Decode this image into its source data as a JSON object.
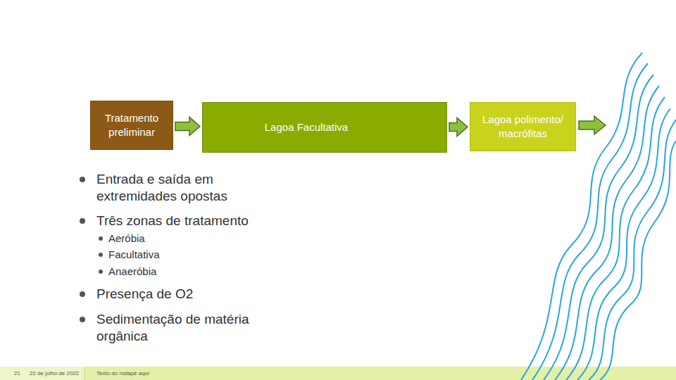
{
  "diagram": {
    "nodes": [
      {
        "text": [
          "Tratamento preliminar"
        ]
      },
      {
        "text": [
          "Lagoa Facultativa"
        ]
      },
      {
        "text": [
          "Lagoa polimento/ macrófitas"
        ]
      }
    ],
    "edges": [
      {
        "from": 0,
        "to": 1,
        "arrow": "to"
      },
      {
        "from": 1,
        "to": 2,
        "arrow": "to"
      }
    ],
    "labels": [
      "Entrada e saída em extremidades opostas",
      "Três zonas de tratamento",
      "Aeróbia",
      "Facultativa",
      "Anaeróbia",
      "Presença de O2",
      "Sedimentação de matéria orgânica",
      "21",
      "22 de julho de 2022",
      "Texto do rodapé aqui"
    ]
  }
}
